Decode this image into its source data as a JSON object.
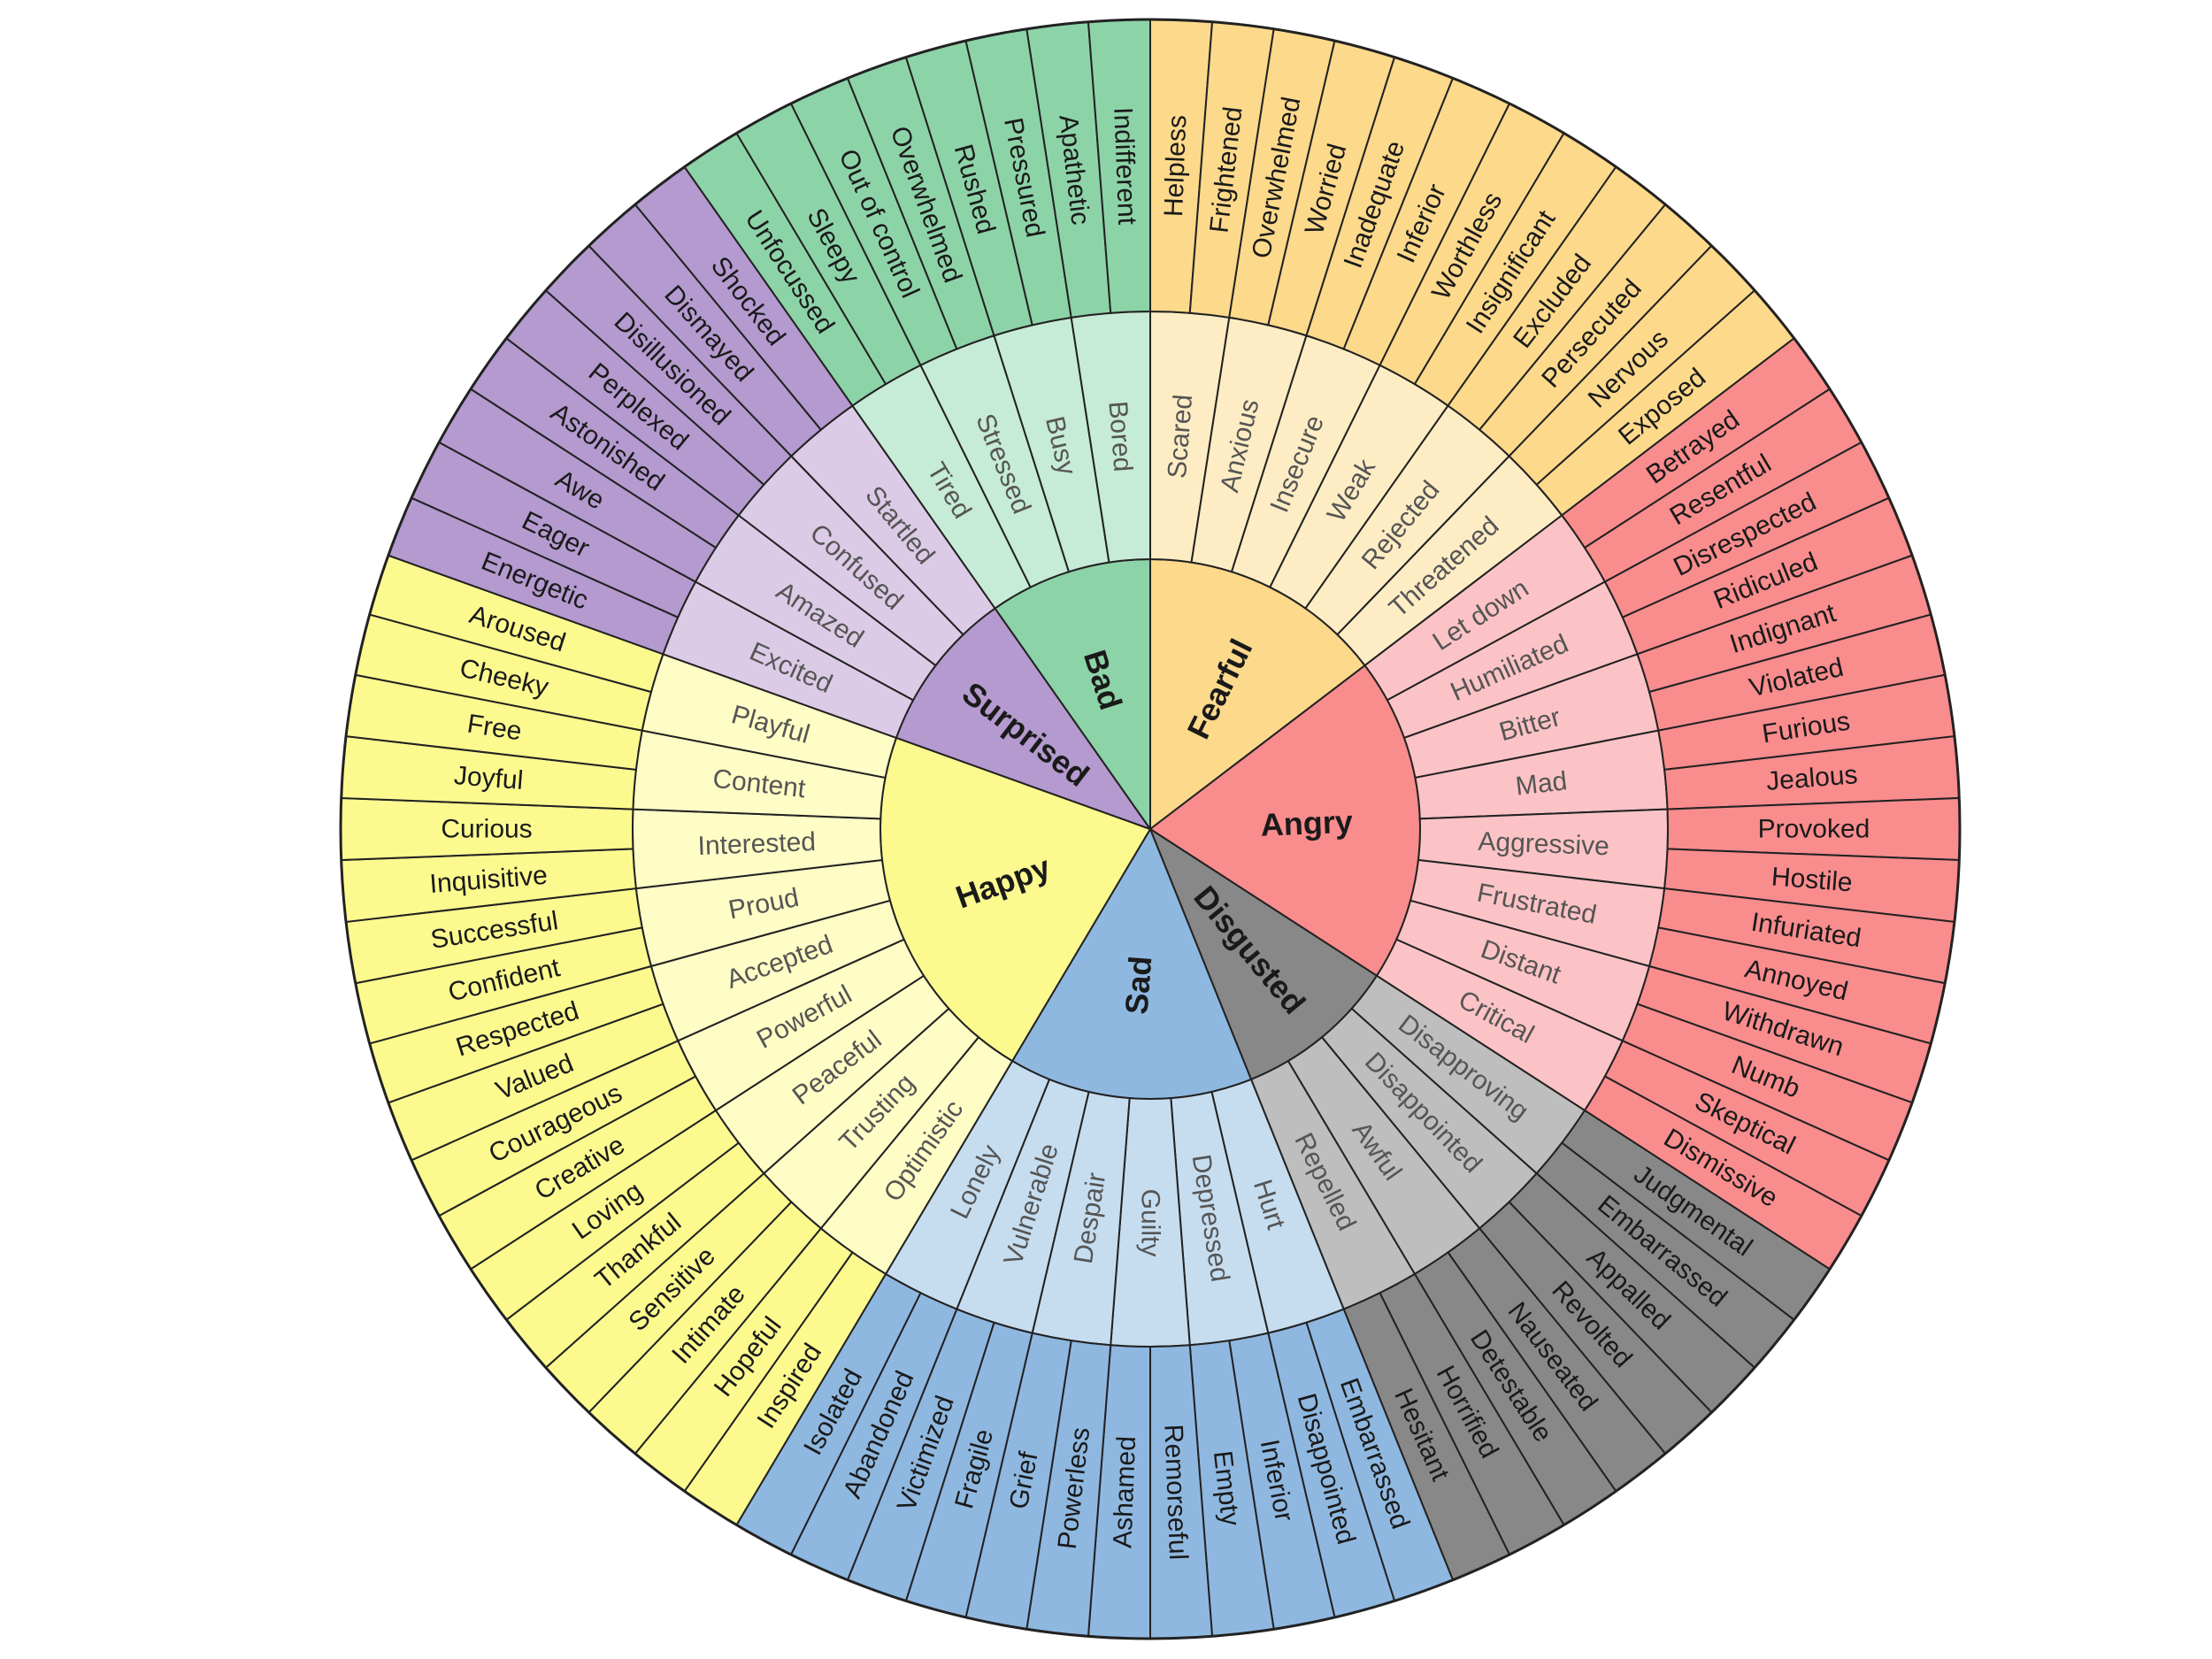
{
  "title": "",
  "emotions": [
    {
      "name": "Fearful",
      "colors": {
        "core": "#FDD98B",
        "middle": "#FEEDC4",
        "outer": "#FDD98B"
      },
      "groups": [
        {
          "name": "Scared",
          "outer": [
            "Helpless",
            "Frightened"
          ]
        },
        {
          "name": "Anxious",
          "outer": [
            "Overwhelmed",
            "Worried"
          ]
        },
        {
          "name": "Insecure",
          "outer": [
            "Inadequate",
            "Inferior"
          ]
        },
        {
          "name": "Weak",
          "outer": [
            "Worthless",
            "Insignificant"
          ]
        },
        {
          "name": "Rejected",
          "outer": [
            "Excluded",
            "Persecuted"
          ]
        },
        {
          "name": "Threatened",
          "outer": [
            "Nervous",
            "Exposed"
          ]
        }
      ]
    },
    {
      "name": "Angry",
      "colors": {
        "core": "#F98C8D",
        "middle": "#FCC3C6",
        "outer": "#F98C8D"
      },
      "groups": [
        {
          "name": "Let down",
          "outer": [
            "Betrayed",
            "Resentful"
          ]
        },
        {
          "name": "Humiliated",
          "outer": [
            "Disrespected",
            "Ridiculed"
          ]
        },
        {
          "name": "Bitter",
          "outer": [
            "Indignant",
            "Violated"
          ]
        },
        {
          "name": "Mad",
          "outer": [
            "Furious",
            "Jealous"
          ]
        },
        {
          "name": "Aggressive",
          "outer": [
            "Provoked",
            "Hostile"
          ]
        },
        {
          "name": "Frustrated",
          "outer": [
            "Infuriated",
            "Annoyed"
          ]
        },
        {
          "name": "Distant",
          "outer": [
            "Withdrawn",
            "Numb"
          ]
        },
        {
          "name": "Critical",
          "outer": [
            "Skeptical",
            "Dismissive"
          ]
        }
      ]
    },
    {
      "name": "Disgusted",
      "colors": {
        "core": "#888888",
        "middle": "#BEBEBE",
        "outer": "#888888"
      },
      "groups": [
        {
          "name": "Disapproving",
          "outer": [
            "Judgmental",
            "Embarrassed"
          ]
        },
        {
          "name": "Disappointed",
          "outer": [
            "Appalled",
            "Revolted"
          ]
        },
        {
          "name": "Awful",
          "outer": [
            "Nauseated",
            "Detestable"
          ]
        },
        {
          "name": "Repelled",
          "outer": [
            "Horrified",
            "Hesitant"
          ]
        }
      ]
    },
    {
      "name": "Sad",
      "colors": {
        "core": "#8FB8E0",
        "middle": "#C6DDF0",
        "outer": "#8FB8E0"
      },
      "groups": [
        {
          "name": "Hurt",
          "outer": [
            "Embarrassed",
            "Disappointed"
          ]
        },
        {
          "name": "Depressed",
          "outer": [
            "Inferior",
            "Empty"
          ]
        },
        {
          "name": "Guilty",
          "outer": [
            "Remorseful",
            "Ashamed"
          ]
        },
        {
          "name": "Despair",
          "outer": [
            "Powerless",
            "Grief"
          ]
        },
        {
          "name": "Vulnerable",
          "outer": [
            "Fragile",
            "Victimized"
          ]
        },
        {
          "name": "Lonely",
          "outer": [
            "Abandoned",
            "Isolated"
          ]
        }
      ]
    },
    {
      "name": "Happy",
      "colors": {
        "core": "#FCFA8F",
        "middle": "#FEFDC6",
        "outer": "#FCFA8F"
      },
      "groups": [
        {
          "name": "Optimistic",
          "outer": [
            "Inspired",
            "Hopeful"
          ]
        },
        {
          "name": "Trusting",
          "outer": [
            "Intimate",
            "Sensitive"
          ]
        },
        {
          "name": "Peaceful",
          "outer": [
            "Thankful",
            "Loving"
          ]
        },
        {
          "name": "Powerful",
          "outer": [
            "Creative",
            "Courageous"
          ]
        },
        {
          "name": "Accepted",
          "outer": [
            "Valued",
            "Respected"
          ]
        },
        {
          "name": "Proud",
          "outer": [
            "Confident",
            "Successful"
          ]
        },
        {
          "name": "Interested",
          "outer": [
            "Inquisitive",
            "Curious"
          ]
        },
        {
          "name": "Content",
          "outer": [
            "Joyful",
            "Free"
          ]
        },
        {
          "name": "Playful",
          "outer": [
            "Cheeky",
            "Aroused"
          ]
        }
      ]
    },
    {
      "name": "Surprised",
      "colors": {
        "core": "#B49ACF",
        "middle": "#DCCBE6",
        "outer": "#B49ACF"
      },
      "groups": [
        {
          "name": "Excited",
          "outer": [
            "Energetic",
            "Eager"
          ]
        },
        {
          "name": "Amazed",
          "outer": [
            "Awe",
            "Astonished"
          ]
        },
        {
          "name": "Confused",
          "outer": [
            "Perplexed",
            "Disillusioned"
          ]
        },
        {
          "name": "Startled",
          "outer": [
            "Dismayed",
            "Shocked"
          ]
        }
      ]
    },
    {
      "name": "Bad",
      "colors": {
        "core": "#8DD3A8",
        "middle": "#C6EBD6",
        "outer": "#8DD3A8"
      },
      "groups": [
        {
          "name": "Tired",
          "outer": [
            "Unfocussed",
            "Sleepy"
          ]
        },
        {
          "name": "Stressed",
          "outer": [
            "Out of control",
            "Overwhelmed"
          ]
        },
        {
          "name": "Busy",
          "outer": [
            "Rushed",
            "Pressured"
          ]
        },
        {
          "name": "Bored",
          "outer": [
            "Apathetic",
            "Indifferent"
          ]
        }
      ]
    }
  ]
}
